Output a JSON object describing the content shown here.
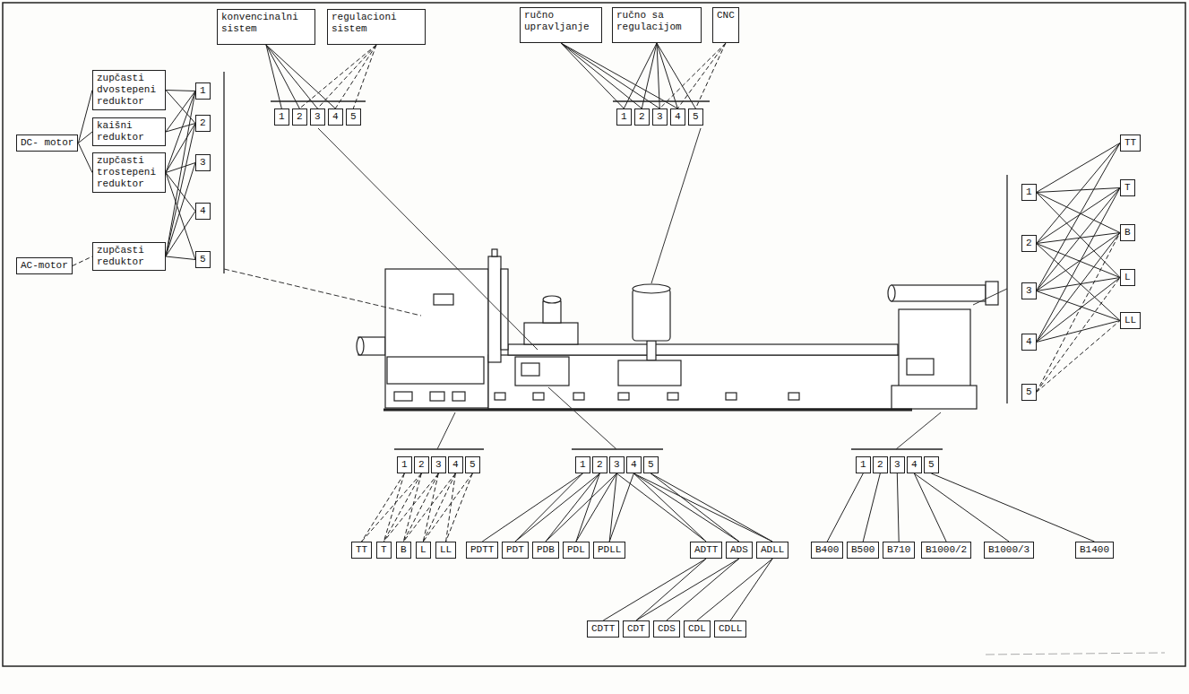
{
  "diagram": {
    "nodes": [
      {
        "text": [
          "DC- motor"
        ]
      },
      {
        "text": [
          "AC-motor"
        ]
      },
      {
        "text": [
          "zupčasti dvostepeni reduktor"
        ]
      },
      {
        "text": [
          "kaišni reduktor"
        ]
      },
      {
        "text": [
          "zupčasti trostepeni reduktor"
        ]
      },
      {
        "text": [
          "zupčasti reduktor"
        ]
      },
      {
        "text": [
          "1"
        ]
      },
      {
        "text": [
          "2"
        ]
      },
      {
        "text": [
          "3"
        ]
      },
      {
        "text": [
          "4"
        ]
      },
      {
        "text": [
          "5"
        ]
      },
      {
        "text": [
          "konvencinalni sistem"
        ]
      },
      {
        "text": [
          "regulacioni sistem"
        ]
      },
      {
        "text": [
          "1"
        ]
      },
      {
        "text": [
          "2"
        ]
      },
      {
        "text": [
          "3"
        ]
      },
      {
        "text": [
          "4"
        ]
      },
      {
        "text": [
          "5"
        ]
      },
      {
        "text": [
          "ručno upravljanje"
        ]
      },
      {
        "text": [
          "ručno sa regulacijom"
        ]
      },
      {
        "text": [
          "CNC"
        ]
      },
      {
        "text": [
          "1"
        ]
      },
      {
        "text": [
          "2"
        ]
      },
      {
        "text": [
          "3"
        ]
      },
      {
        "text": [
          "4"
        ]
      },
      {
        "text": [
          "5"
        ]
      },
      {
        "text": [
          "1"
        ]
      },
      {
        "text": [
          "2"
        ]
      },
      {
        "text": [
          "3"
        ]
      },
      {
        "text": [
          "4"
        ]
      },
      {
        "text": [
          "5"
        ]
      },
      {
        "text": [
          "TT"
        ]
      },
      {
        "text": [
          "T"
        ]
      },
      {
        "text": [
          "B"
        ]
      },
      {
        "text": [
          "L"
        ]
      },
      {
        "text": [
          "LL"
        ]
      },
      {
        "text": [
          "1"
        ]
      },
      {
        "text": [
          "2"
        ]
      },
      {
        "text": [
          "3"
        ]
      },
      {
        "text": [
          "4"
        ]
      },
      {
        "text": [
          "5"
        ]
      },
      {
        "text": [
          "TT"
        ]
      },
      {
        "text": [
          "T"
        ]
      },
      {
        "text": [
          "B"
        ]
      },
      {
        "text": [
          "L"
        ]
      },
      {
        "text": [
          "LL"
        ]
      },
      {
        "text": [
          "1"
        ]
      },
      {
        "text": [
          "2"
        ]
      },
      {
        "text": [
          "3"
        ]
      },
      {
        "text": [
          "4"
        ]
      },
      {
        "text": [
          "5"
        ]
      },
      {
        "text": [
          "PDTT"
        ]
      },
      {
        "text": [
          "PDT"
        ]
      },
      {
        "text": [
          "PDB"
        ]
      },
      {
        "text": [
          "PDL"
        ]
      },
      {
        "text": [
          "PDLL"
        ]
      },
      {
        "text": [
          "ADTT"
        ]
      },
      {
        "text": [
          "ADS"
        ]
      },
      {
        "text": [
          "ADLL"
        ]
      },
      {
        "text": [
          "CDTT"
        ]
      },
      {
        "text": [
          "CDT"
        ]
      },
      {
        "text": [
          "CDS"
        ]
      },
      {
        "text": [
          "CDL"
        ]
      },
      {
        "text": [
          "CDLL"
        ]
      },
      {
        "text": [
          "1"
        ]
      },
      {
        "text": [
          "2"
        ]
      },
      {
        "text": [
          "3"
        ]
      },
      {
        "text": [
          "4"
        ]
      },
      {
        "text": [
          "5"
        ]
      },
      {
        "text": [
          "B400"
        ]
      },
      {
        "text": [
          "B500"
        ]
      },
      {
        "text": [
          "B710"
        ]
      },
      {
        "text": [
          "B1000/2"
        ]
      },
      {
        "text": [
          "B1000/3"
        ]
      },
      {
        "text": [
          "B1400"
        ]
      }
    ],
    "edges": [
      {
        "from": 0,
        "to": 2,
        "arrow": "none"
      },
      {
        "from": 0,
        "to": 3,
        "arrow": "none"
      },
      {
        "from": 0,
        "to": 4,
        "arrow": "none"
      },
      {
        "from": 1,
        "to": 5,
        "arrow": "none"
      },
      {
        "from": 2,
        "to": 6,
        "arrow": "none"
      },
      {
        "from": 2,
        "to": 7,
        "arrow": "none"
      },
      {
        "from": 3,
        "to": 6,
        "arrow": "none"
      },
      {
        "from": 3,
        "to": 7,
        "arrow": "none"
      },
      {
        "from": 4,
        "to": 6,
        "arrow": "none"
      },
      {
        "from": 4,
        "to": 7,
        "arrow": "none"
      },
      {
        "from": 4,
        "to": 8,
        "arrow": "none"
      },
      {
        "from": 4,
        "to": 9,
        "arrow": "none"
      },
      {
        "from": 4,
        "to": 10,
        "arrow": "none"
      },
      {
        "from": 5,
        "to": 6,
        "arrow": "none"
      },
      {
        "from": 5,
        "to": 7,
        "arrow": "none"
      },
      {
        "from": 5,
        "to": 8,
        "arrow": "none"
      },
      {
        "from": 5,
        "to": 9,
        "arrow": "none"
      },
      {
        "from": 5,
        "to": 10,
        "arrow": "none"
      },
      {
        "from": 11,
        "to": 13,
        "arrow": "none"
      },
      {
        "from": 11,
        "to": 14,
        "arrow": "none"
      },
      {
        "from": 11,
        "to": 15,
        "arrow": "none"
      },
      {
        "from": 11,
        "to": 16,
        "arrow": "none"
      },
      {
        "from": 12,
        "to": 14,
        "arrow": "none"
      },
      {
        "from": 12,
        "to": 15,
        "arrow": "none"
      },
      {
        "from": 12,
        "to": 16,
        "arrow": "none"
      },
      {
        "from": 12,
        "to": 17,
        "arrow": "none"
      },
      {
        "from": 18,
        "to": 21,
        "arrow": "none"
      },
      {
        "from": 18,
        "to": 22,
        "arrow": "none"
      },
      {
        "from": 18,
        "to": 23,
        "arrow": "none"
      },
      {
        "from": 18,
        "to": 24,
        "arrow": "none"
      },
      {
        "from": 19,
        "to": 21,
        "arrow": "none"
      },
      {
        "from": 19,
        "to": 22,
        "arrow": "none"
      },
      {
        "from": 19,
        "to": 23,
        "arrow": "none"
      },
      {
        "from": 19,
        "to": 24,
        "arrow": "none"
      },
      {
        "from": 19,
        "to": 25,
        "arrow": "none"
      },
      {
        "from": 20,
        "to": 23,
        "arrow": "none"
      },
      {
        "from": 20,
        "to": 24,
        "arrow": "none"
      },
      {
        "from": 20,
        "to": 25,
        "arrow": "none"
      },
      {
        "from": 26,
        "to": 31,
        "arrow": "none"
      },
      {
        "from": 26,
        "to": 32,
        "arrow": "none"
      },
      {
        "from": 26,
        "to": 33,
        "arrow": "none"
      },
      {
        "from": 26,
        "to": 34,
        "arrow": "none"
      },
      {
        "from": 27,
        "to": 31,
        "arrow": "none"
      },
      {
        "from": 27,
        "to": 32,
        "arrow": "none"
      },
      {
        "from": 27,
        "to": 33,
        "arrow": "none"
      },
      {
        "from": 27,
        "to": 34,
        "arrow": "none"
      },
      {
        "from": 27,
        "to": 35,
        "arrow": "none"
      },
      {
        "from": 28,
        "to": 31,
        "arrow": "none"
      },
      {
        "from": 28,
        "to": 32,
        "arrow": "none"
      },
      {
        "from": 28,
        "to": 33,
        "arrow": "none"
      },
      {
        "from": 28,
        "to": 34,
        "arrow": "none"
      },
      {
        "from": 28,
        "to": 35,
        "arrow": "none"
      },
      {
        "from": 29,
        "to": 32,
        "arrow": "none"
      },
      {
        "from": 29,
        "to": 33,
        "arrow": "none"
      },
      {
        "from": 29,
        "to": 34,
        "arrow": "none"
      },
      {
        "from": 29,
        "to": 35,
        "arrow": "none"
      },
      {
        "from": 30,
        "to": 33,
        "arrow": "none"
      },
      {
        "from": 30,
        "to": 34,
        "arrow": "none"
      },
      {
        "from": 30,
        "to": 35,
        "arrow": "none"
      },
      {
        "from": 36,
        "to": 41,
        "arrow": "none"
      },
      {
        "from": 36,
        "to": 42,
        "arrow": "none"
      },
      {
        "from": 37,
        "to": 41,
        "arrow": "none"
      },
      {
        "from": 37,
        "to": 42,
        "arrow": "none"
      },
      {
        "from": 37,
        "to": 43,
        "arrow": "none"
      },
      {
        "from": 38,
        "to": 42,
        "arrow": "none"
      },
      {
        "from": 38,
        "to": 43,
        "arrow": "none"
      },
      {
        "from": 38,
        "to": 44,
        "arrow": "none"
      },
      {
        "from": 39,
        "to": 43,
        "arrow": "none"
      },
      {
        "from": 39,
        "to": 44,
        "arrow": "none"
      },
      {
        "from": 39,
        "to": 45,
        "arrow": "none"
      },
      {
        "from": 40,
        "to": 44,
        "arrow": "none"
      },
      {
        "from": 40,
        "to": 45,
        "arrow": "none"
      },
      {
        "from": 46,
        "to": 51,
        "arrow": "none"
      },
      {
        "from": 46,
        "to": 52,
        "arrow": "none"
      },
      {
        "from": 47,
        "to": 52,
        "arrow": "none"
      },
      {
        "from": 47,
        "to": 53,
        "arrow": "none"
      },
      {
        "from": 47,
        "to": 54,
        "arrow": "none"
      },
      {
        "from": 48,
        "to": 53,
        "arrow": "none"
      },
      {
        "from": 48,
        "to": 54,
        "arrow": "none"
      },
      {
        "from": 48,
        "to": 55,
        "arrow": "none"
      },
      {
        "from": 48,
        "to": 56,
        "arrow": "none"
      },
      {
        "from": 49,
        "to": 55,
        "arrow": "none"
      },
      {
        "from": 49,
        "to": 56,
        "arrow": "none"
      },
      {
        "from": 49,
        "to": 57,
        "arrow": "none"
      },
      {
        "from": 49,
        "to": 58,
        "arrow": "none"
      },
      {
        "from": 50,
        "to": 57,
        "arrow": "none"
      },
      {
        "from": 50,
        "to": 58,
        "arrow": "none"
      },
      {
        "from": 56,
        "to": 59,
        "arrow": "none"
      },
      {
        "from": 56,
        "to": 60,
        "arrow": "none"
      },
      {
        "from": 57,
        "to": 60,
        "arrow": "none"
      },
      {
        "from": 57,
        "to": 61,
        "arrow": "none"
      },
      {
        "from": 58,
        "to": 62,
        "arrow": "none"
      },
      {
        "from": 58,
        "to": 63,
        "arrow": "none"
      },
      {
        "from": 64,
        "to": 69,
        "arrow": "none"
      },
      {
        "from": 65,
        "to": 70,
        "arrow": "none"
      },
      {
        "from": 66,
        "to": 71,
        "arrow": "none"
      },
      {
        "from": 67,
        "to": 72,
        "arrow": "none"
      },
      {
        "from": 67,
        "to": 73,
        "arrow": "none"
      },
      {
        "from": 68,
        "to": 74,
        "arrow": "none"
      }
    ]
  }
}
